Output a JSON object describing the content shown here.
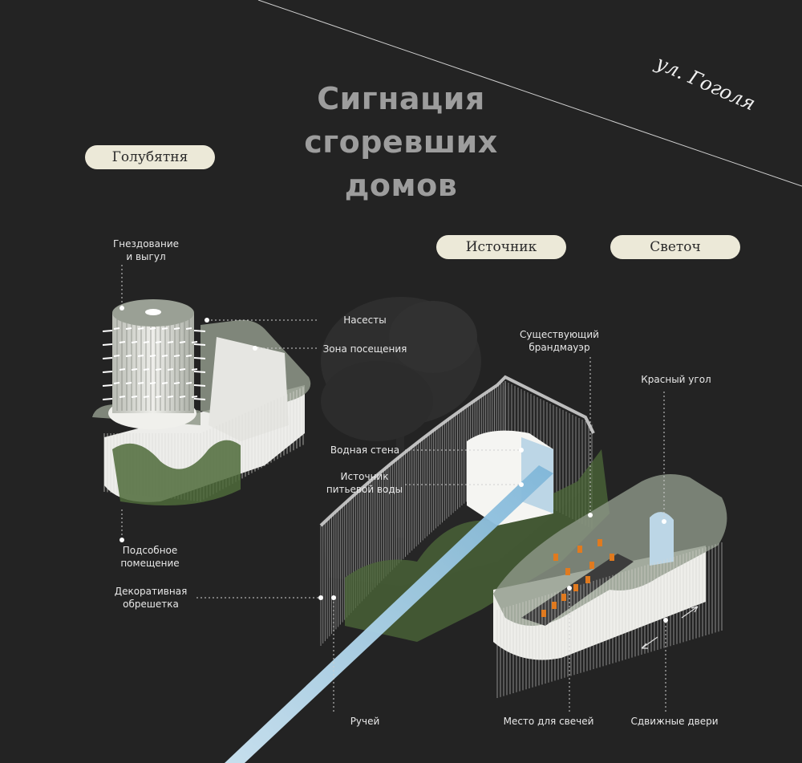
{
  "title": {
    "lines": [
      "Сигнация",
      "сгоревших",
      "домов"
    ]
  },
  "street": "ул. Гоголя",
  "tags": {
    "dovecote": "Голубятня",
    "source": "Источник",
    "beacon": "Светоч"
  },
  "labels": {
    "nesting": [
      "Гнездование",
      "и выгул"
    ],
    "perches": "Насесты",
    "visit_zone": "Зона посещения",
    "utility": [
      "Подсобное",
      "помещение"
    ],
    "lattice": [
      "Декоративная",
      "обрешетка"
    ],
    "firewall": [
      "Существующий",
      "брандмауэр"
    ],
    "red_corner": "Красный угол",
    "water_wall": "Водная стена",
    "drinking": [
      "Источник",
      "питьевой воды"
    ],
    "stream": "Ручей",
    "candles": "Место для свечей",
    "doors": "Сдвижные двери"
  },
  "colors": {
    "background": "#232323",
    "title": "#9d9d9d",
    "pill": "#ece9d8",
    "roof": "#8f9889",
    "wall": "#f2f2ef",
    "greenery": "#4d6a3a",
    "water": "#9fd0ee",
    "candle": "#e07a1f"
  }
}
